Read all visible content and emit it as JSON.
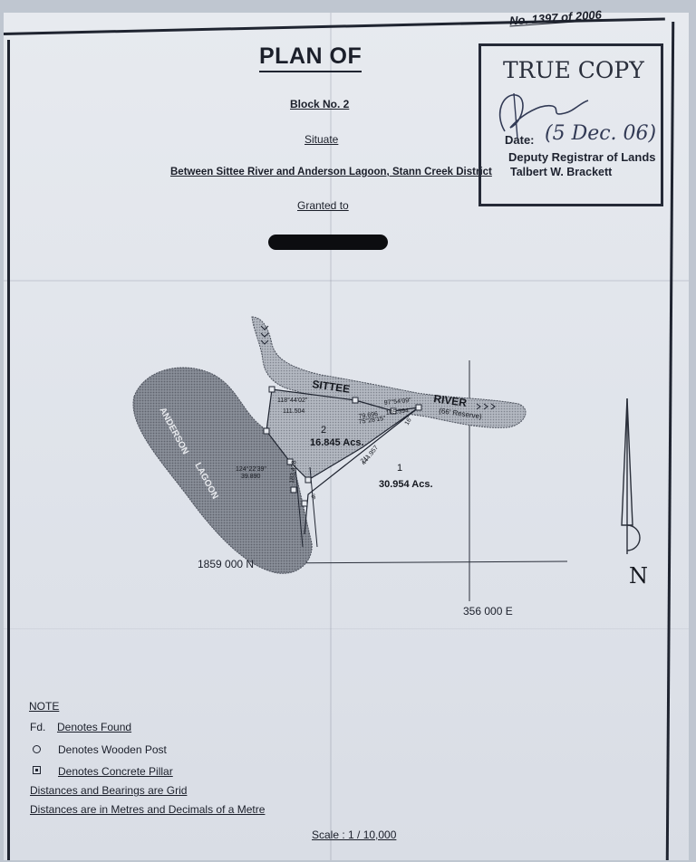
{
  "header": {
    "record_number": "No.  1397  of  2006",
    "title": "PLAN OF",
    "block": "Block No. 2",
    "situate": "Situate",
    "location": "Between Sittee River and Anderson Lagoon, Stann Creek District",
    "granted_to": "Granted to"
  },
  "stamp": {
    "title": "TRUE COPY",
    "date_label": "Date:",
    "date_handwritten": "(5 Dec. 06)",
    "role": "Deputy Registrar of Lands",
    "name": "Talbert W. Brackett"
  },
  "map": {
    "river_label_1": "SITTEE",
    "river_label_2": "RIVER",
    "reserve_label": "(66' Reserve)",
    "lagoon_label_1": "ANDERSON",
    "lagoon_label_2": "LAGOON",
    "parcel_2_id": "2",
    "parcel_2_area": "16.845 Acs.",
    "parcel_1_id": "1",
    "parcel_1_area": "30.954 Acs.",
    "northing_label": "1859 000 N",
    "easting_label": "356 000 E",
    "north_label": "N",
    "bearing_labels": [
      "118°44'02\"",
      "111.504",
      "97°54'09\"",
      "105.394",
      "124°22'39\"",
      "39.890",
      "444.957",
      "75°28'15\"",
      "79.696",
      "183.428",
      "16'",
      "21'",
      "9'"
    ]
  },
  "notes": {
    "heading": "NOTE",
    "items": [
      {
        "symbol": "Fd.",
        "text": "Denotes Found"
      },
      {
        "symbol": "circle",
        "text": "Denotes Wooden Post"
      },
      {
        "symbol": "square",
        "text": "Denotes Concrete Pillar"
      }
    ],
    "lines": [
      "Distances and Bearings are Grid",
      "Distances are in Metres and Decimals of a Metre"
    ],
    "scale": "Scale : 1 / 10,000"
  }
}
